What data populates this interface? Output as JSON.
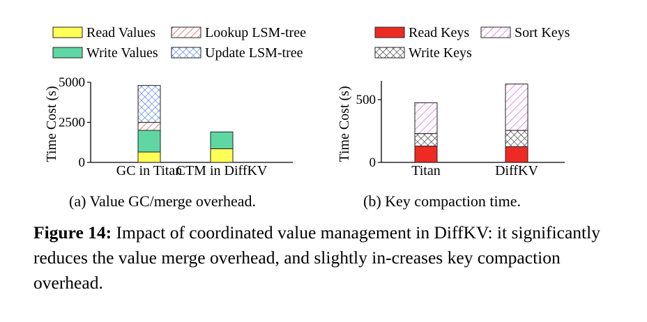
{
  "chart_data": [
    {
      "type": "bar",
      "stacked": true,
      "ylabel": "Time Cost (s)",
      "ylim": [
        0,
        5000
      ],
      "yticks": [
        "0",
        "2500",
        "5000"
      ],
      "categories": [
        "GC in Titan",
        "CTM in DiffKV"
      ],
      "series": [
        {
          "name": "Read Values",
          "color": "#ffff55",
          "pattern": "solid",
          "values": [
            650,
            850
          ]
        },
        {
          "name": "Write Values",
          "color": "#5fd7a3",
          "pattern": "solid",
          "values": [
            1350,
            1050
          ]
        },
        {
          "name": "Lookup LSM-tree",
          "color": "#ee5555",
          "pattern": "diagonal",
          "values": [
            500,
            0
          ]
        },
        {
          "name": "Update LSM-tree",
          "color": "#4a7be0",
          "pattern": "crosshatch",
          "values": [
            2300,
            0
          ]
        }
      ],
      "legend": "top, two columns",
      "subcaption": "(a)  Value GC/merge overhead."
    },
    {
      "type": "bar",
      "stacked": true,
      "ylabel": "Time Cost (s)",
      "ylim": [
        0,
        650
      ],
      "yticks": [
        "0",
        "500"
      ],
      "categories": [
        "Titan",
        "DiffKV"
      ],
      "series": [
        {
          "name": "Read Keys",
          "color": "#ee2a24",
          "pattern": "solid",
          "values": [
            130,
            125
          ]
        },
        {
          "name": "Write Keys",
          "color": "#333333",
          "pattern": "crosshatch",
          "values": [
            100,
            130
          ]
        },
        {
          "name": "Sort Keys",
          "color": "#dd55dd",
          "pattern": "diagonal",
          "values": [
            245,
            370
          ]
        }
      ],
      "legend": "top, two columns",
      "subcaption": "(b)  Key compaction time."
    }
  ],
  "caption": {
    "label": "Figure 14:",
    "text": " Impact of coordinated value management in DiffKV: it significantly reduces the value merge overhead, and slightly in-creases key compaction overhead."
  }
}
